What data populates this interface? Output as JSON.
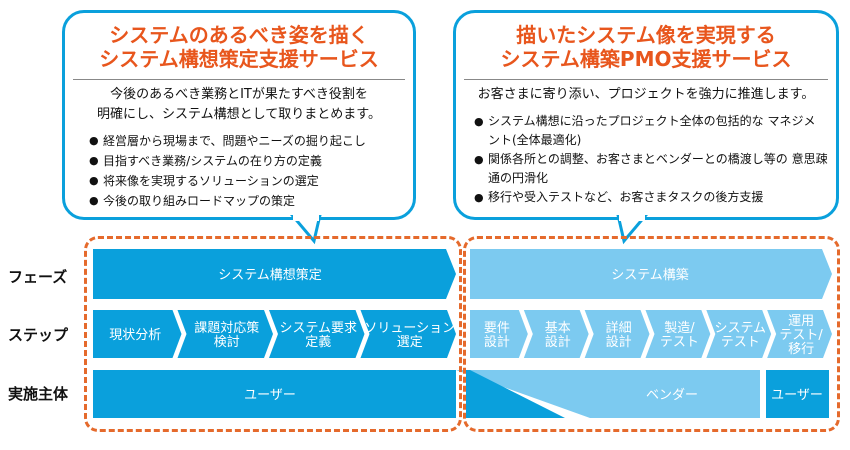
{
  "left_bubble": {
    "title": [
      "システムのあるべき姿を描く",
      "システム構想策定支援サービス"
    ],
    "intro": [
      "今後のあるべき業務とITが果たすべき役割を",
      "明確にし、システム構想として取りまとめます。"
    ],
    "bullets": [
      "経営層から現場まで、問題やニーズの掘り起こし",
      "目指すべき業務/システムの在り方の定義",
      "将来像を実現するソリューションの選定",
      "今後の取り組みロードマップの策定"
    ]
  },
  "right_bubble": {
    "title": [
      "描いたシステム像を実現する",
      "システム構築PMO支援サービス"
    ],
    "intro": [
      "お客さまに寄り添い、プロジェクトを強力に推進します。"
    ],
    "bullets": [
      "システム構想に沿ったプロジェクト全体の包括的な マネジメント(全体最適化)",
      "関係各所との調整、お客さまとベンダーとの橋渡し等の 意思疎通の円滑化",
      "移行や受入テストなど、お客さまタスクの後方支援"
    ]
  },
  "row_labels": {
    "phase": "フェーズ",
    "step": "ステップ",
    "actor": "実施主体"
  },
  "phases": {
    "left": "システム構想策定",
    "right": "システム構築"
  },
  "steps_left": [
    "現状分析",
    "課題対応策\n検討",
    "システム要求\n定義",
    "ソリューション\n選定"
  ],
  "steps_right": [
    "要件\n設計",
    "基本\n設計",
    "詳細\n設計",
    "製造/\nテスト",
    "システム\nテスト",
    "運用\nテスト/\n移行"
  ],
  "actors": {
    "user_left": "ユーザー",
    "vendor": "ベンダー",
    "user_right": "ユーザー"
  },
  "colors": {
    "dark": "#0aa0dc",
    "light": "#7ccaf0",
    "accent": "#e8561d",
    "dash": "#e56a2c"
  }
}
